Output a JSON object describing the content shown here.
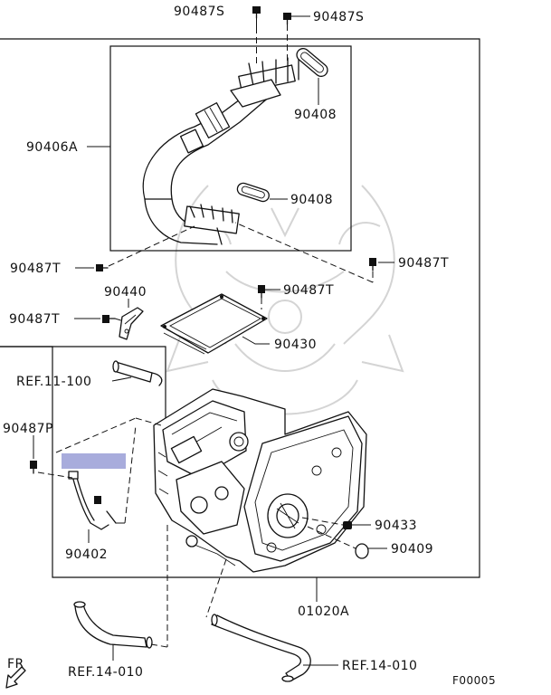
{
  "labels": {
    "bolt_top_left": "90487S",
    "bolt_top_right": "90487S",
    "gasket_upper": "90408",
    "harness": "90406A",
    "gasket_lower": "90408",
    "bolt_left_upper": "90487T",
    "bolt_right_upper": "90487T",
    "bracket": "90440",
    "bolt_cover": "90487T",
    "bolt_bracket": "90487T",
    "cover_plate": "90430",
    "ref_upper": "REF.11-100",
    "bolt_p": "90487P",
    "ground_strap": "90402",
    "plug": "90433",
    "o_ring": "90409",
    "assembly": "01020A",
    "ref_lower_left": "REF.14-010",
    "ref_lower_right": "REF.14-010",
    "direction": "FR",
    "figure_code": "F00005"
  },
  "colors": {
    "line": "#111111",
    "highlight": "#a8acdc",
    "watermark": "#d4d4d4",
    "background": "#ffffff"
  },
  "icons": {
    "direction_arrow": "arrow-down-left-icon"
  }
}
